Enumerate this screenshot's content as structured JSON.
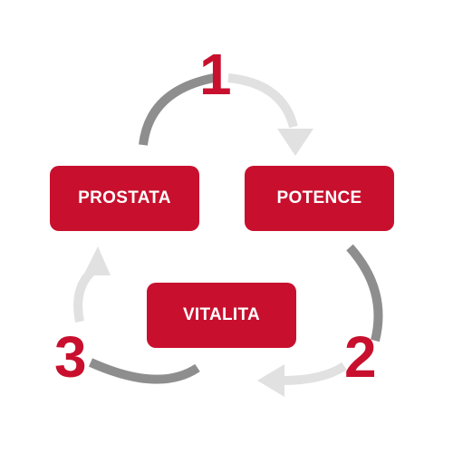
{
  "boxes": {
    "prostata": "PROSTATA",
    "potence": "POTENCE",
    "vitalita": "VITALITA"
  },
  "steps": {
    "one": "1",
    "two": "2",
    "three": "3"
  },
  "colors": {
    "accent": "#c8102e",
    "arrow_dark": "#8e8e8e",
    "arrow_light": "#e1e1e1"
  }
}
